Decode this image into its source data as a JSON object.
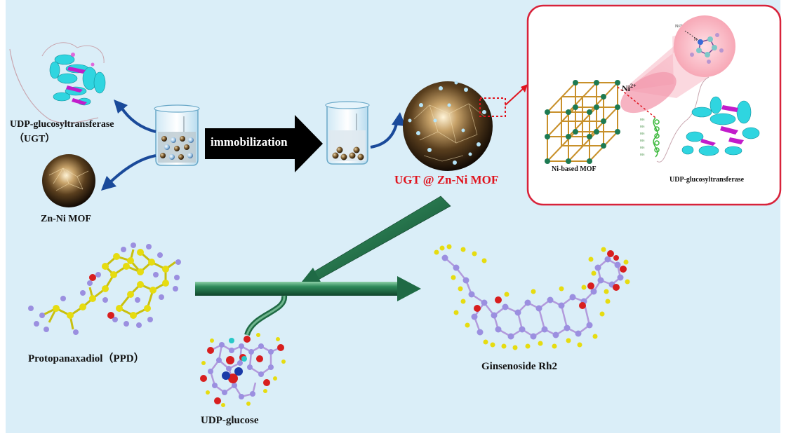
{
  "labels": {
    "ugt_title": "UDP-glucosyltransferase",
    "ugt_abbr": "（UGT）",
    "zn_ni_mof": "Zn-Ni MOF",
    "immobilization": "immobilization",
    "product_composite": "UGT @ Zn-Ni MOF",
    "inset_ni_ion": "Ni",
    "inset_ni_charge": "2+",
    "inset_ni_mof": "Ni-based MOF",
    "inset_enzyme": "UDP-glucosyltransferase",
    "inset_imidazole_ion": "Ni²⁺",
    "inset_imidazole_n": "N",
    "ppd": "Protopanaxadiol（PPD）",
    "udp_glucose": "UDP-glucose",
    "rh2": "Ginsenoside Rh2",
    "his_tag": [
      "HIS",
      "HIS",
      "HIS",
      "HIS",
      "HIS",
      "HIS"
    ]
  },
  "colors": {
    "background": "#daeef8",
    "inset_border": "#d8223a",
    "inset_fill": "#ffffff",
    "highlight_red": "#e0141e",
    "arrow_blue": "#1a4a9a",
    "arrow_black": "#000000",
    "arrow_green": "#1f6a45",
    "mof_frame": "#c8902a",
    "mof_node": "#1d7a52",
    "atom_yellow": "#e6dc10",
    "atom_purple": "#9b8fe0",
    "atom_red": "#d81e1e",
    "protein_cyan": "#2fd5e0",
    "protein_magenta": "#c21ccb"
  }
}
